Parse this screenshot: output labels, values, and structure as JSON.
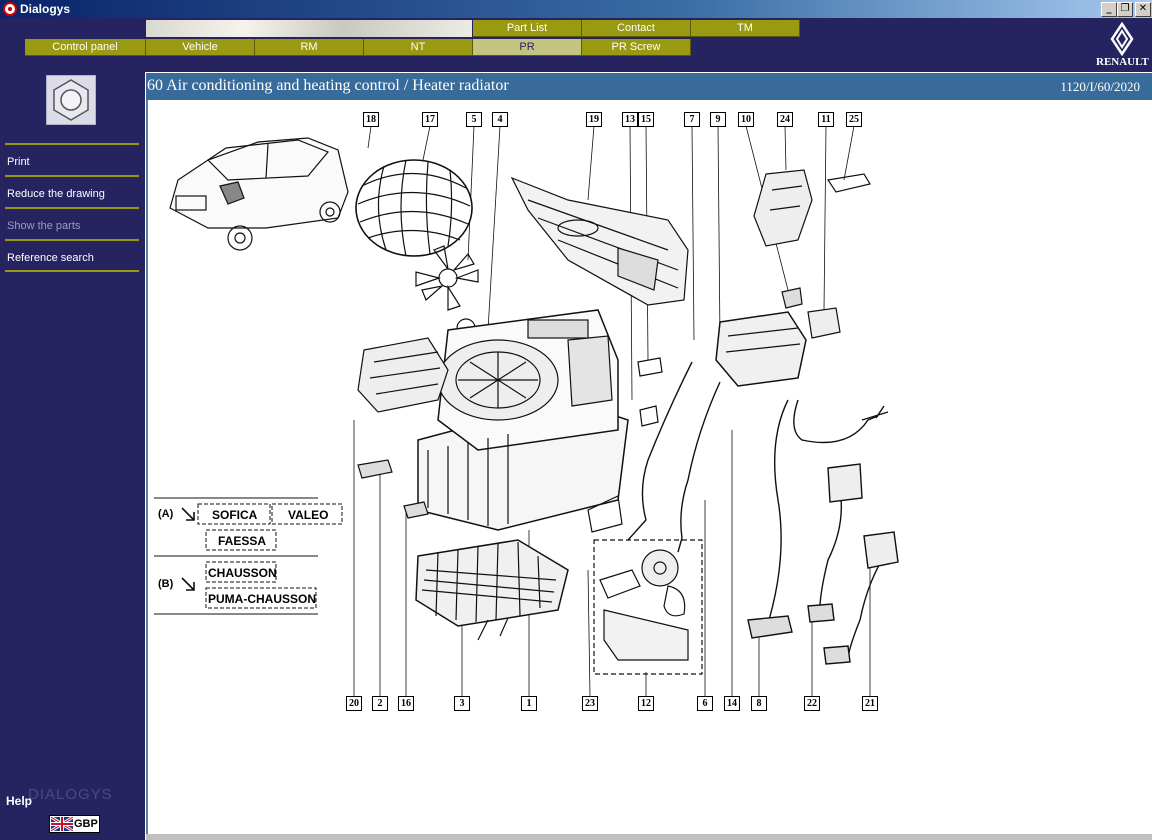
{
  "window": {
    "title": "Dialogys"
  },
  "nav_top": [
    "Part List",
    "Contact",
    "TM"
  ],
  "nav_main": [
    "Control panel",
    "Vehicle",
    "RM",
    "NT",
    "PR",
    "PR Screw"
  ],
  "brand": "RENAULT",
  "sidebar": {
    "items": [
      {
        "label": "Print",
        "enabled": true
      },
      {
        "label": "Reduce the drawing",
        "enabled": true
      },
      {
        "label": "Show the parts",
        "enabled": false
      },
      {
        "label": "Reference search",
        "enabled": true
      }
    ],
    "help": "Help",
    "product_mark": "DIALOGYS",
    "language": "GBP"
  },
  "page": {
    "title": "60 Air conditioning and heating control / Heater radiator",
    "reference": "1120/I/60/2020"
  },
  "diagram": {
    "callouts_top": [
      "18",
      "17",
      "5",
      "4",
      "19",
      "13",
      "15",
      "7",
      "9",
      "10",
      "24",
      "11",
      "25"
    ],
    "callouts_bottom": [
      "20",
      "2",
      "16",
      "3",
      "1",
      "23",
      "12",
      "6",
      "14",
      "8",
      "22",
      "21"
    ],
    "legend": {
      "a_label": "(A)",
      "a_items": [
        "SOFICA",
        "VALEO",
        "FAESSA"
      ],
      "b_label": "(B)",
      "b_items": [
        "CHAUSSON",
        "PUMA-CHAUSSON"
      ]
    }
  },
  "colors": {
    "nav_bg": "#262361",
    "olive": "#9a9a12",
    "header_blue": "#386b9a"
  }
}
